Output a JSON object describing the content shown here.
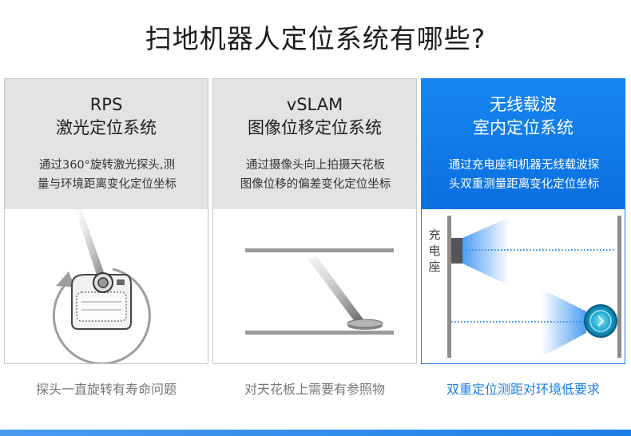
{
  "title": "扫地机器人定位系统有哪些?",
  "cards": [
    {
      "title_line1": "RPS",
      "title_line2": "激光定位系统",
      "desc_line1": "通过360°旋转激光探头,测",
      "desc_line2": "量与环境距离变化定位坐标",
      "caption": "探头一直旋转有寿命问题"
    },
    {
      "title_line1": "vSLAM",
      "title_line2": "图像位移定位系统",
      "desc_line1": "通过摄像头向上拍摄天花板",
      "desc_line2": "图像位移的偏差变化定位坐标",
      "caption": "对天花板上需要有参照物"
    },
    {
      "title_line1": "无线载波",
      "title_line2": "室内定位系统",
      "desc_line1": "通过充电座和机器无线载波探",
      "desc_line2": "头双重测量距离变化定位坐标",
      "caption": "双重定位测距对环境低要求",
      "dock_label": [
        "充",
        "电",
        "座"
      ]
    }
  ],
  "colors": {
    "accent": "#1a7fe6",
    "card_head_gray": "#e3e3e3",
    "caption_gray": "#777777"
  },
  "icons": [
    "rotate-arrow-icon",
    "laser-robot-icon",
    "camera-robot-icon",
    "charging-dock-icon",
    "carrier-robot-icon"
  ]
}
